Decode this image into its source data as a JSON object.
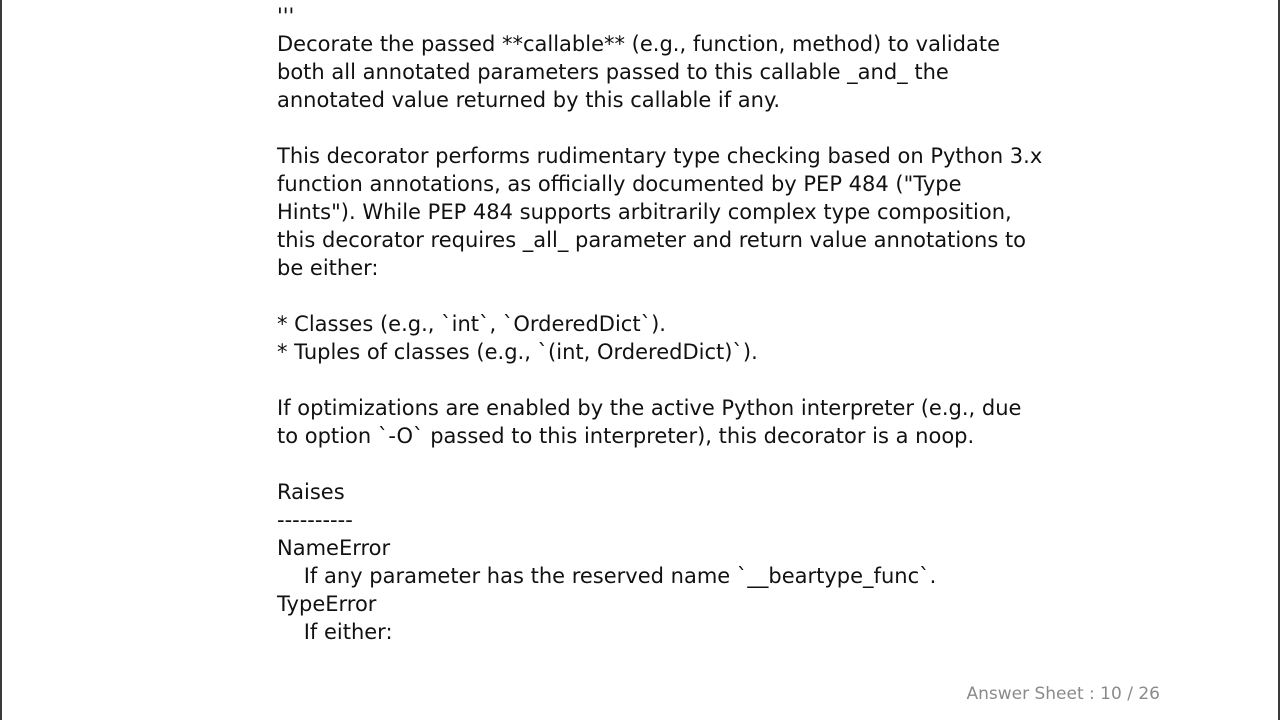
{
  "docstring": {
    "lines": [
      "'''",
      "Decorate the passed **callable** (e.g., function, method) to validate",
      "both all annotated parameters passed to this callable _and_ the",
      "annotated value returned by this callable if any.",
      "",
      "This decorator performs rudimentary type checking based on Python 3.x",
      "function annotations, as officially documented by PEP 484 (\"Type",
      "Hints\"). While PEP 484 supports arbitrarily complex type composition,",
      "this decorator requires _all_ parameter and return value annotations to",
      "be either:",
      "",
      "* Classes (e.g., `int`, `OrderedDict`).",
      "* Tuples of classes (e.g., `(int, OrderedDict)`).",
      "",
      "If optimizations are enabled by the active Python interpreter (e.g., due",
      "to option `-O` passed to this interpreter), this decorator is a noop.",
      "",
      "Raises",
      "----------",
      "NameError",
      "    If any parameter has the reserved name `__beartype_func`.",
      "TypeError",
      "    If either:"
    ]
  },
  "footer": {
    "label": "Answer Sheet",
    "separator": ":",
    "current_page": "10",
    "page_separator": "/",
    "total_pages": "26"
  }
}
